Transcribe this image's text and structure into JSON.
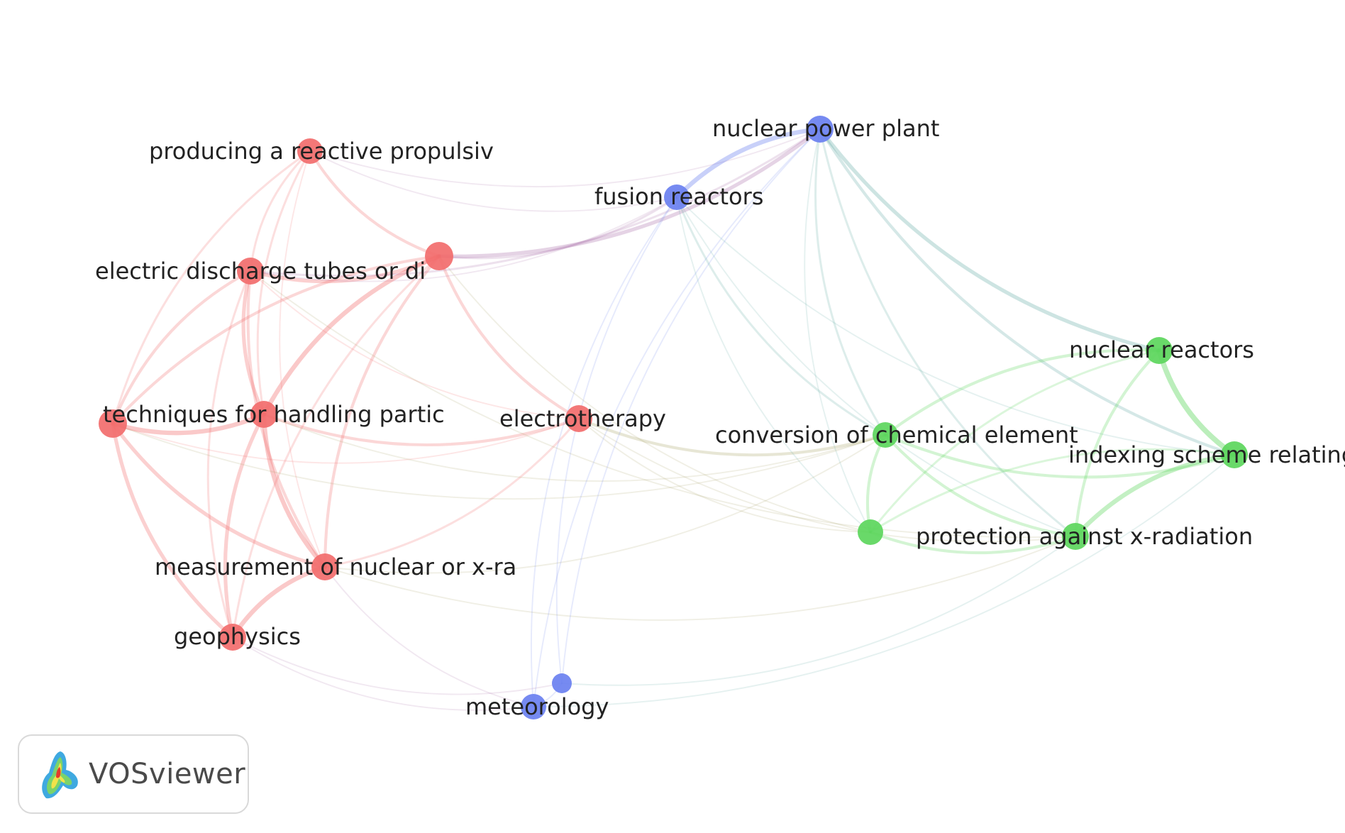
{
  "brand": {
    "name": "VOSviewer"
  },
  "network": {
    "cluster_colors": {
      "red": "#f26c6c",
      "green": "#5cd65c",
      "blue": "#6a80f0"
    },
    "nodes": [
      {
        "id": "n1",
        "label": "producing a reactive propulsiv",
        "cluster": "red"
      },
      {
        "id": "n2",
        "label": "electric discharge tubes or di",
        "cluster": "red"
      },
      {
        "id": "n3",
        "label": "",
        "cluster": "red"
      },
      {
        "id": "n4",
        "label": "techniques for handling partic",
        "cluster": "red"
      },
      {
        "id": "n5",
        "label": "",
        "cluster": "red"
      },
      {
        "id": "n6",
        "label": "electrotherapy",
        "cluster": "red"
      },
      {
        "id": "n7",
        "label": "measurement of nuclear or x-ra",
        "cluster": "red"
      },
      {
        "id": "n8",
        "label": "geophysics",
        "cluster": "red"
      },
      {
        "id": "n9",
        "label": "nuclear power plant",
        "cluster": "blue"
      },
      {
        "id": "n10",
        "label": "fusion reactors",
        "cluster": "blue"
      },
      {
        "id": "n11",
        "label": "meteorology",
        "cluster": "blue"
      },
      {
        "id": "n12",
        "label": "",
        "cluster": "blue"
      },
      {
        "id": "n13",
        "label": "nuclear reactors",
        "cluster": "green"
      },
      {
        "id": "n14",
        "label": "conversion of chemical element",
        "cluster": "green"
      },
      {
        "id": "n15",
        "label": "indexing scheme relating t",
        "cluster": "green"
      },
      {
        "id": "n16",
        "label": "",
        "cluster": "green"
      },
      {
        "id": "n17",
        "label": "protection against x-radiation",
        "cluster": "green"
      }
    ],
    "links": [
      [
        "n1",
        "n2",
        2
      ],
      [
        "n1",
        "n3",
        3
      ],
      [
        "n1",
        "n4",
        2
      ],
      [
        "n1",
        "n5",
        2
      ],
      [
        "n1",
        "n7",
        1
      ],
      [
        "n1",
        "n9",
        1
      ],
      [
        "n1",
        "n10",
        1
      ],
      [
        "n2",
        "n3",
        4
      ],
      [
        "n2",
        "n4",
        3
      ],
      [
        "n2",
        "n5",
        4
      ],
      [
        "n2",
        "n7",
        3
      ],
      [
        "n2",
        "n8",
        2
      ],
      [
        "n2",
        "n6",
        1
      ],
      [
        "n2",
        "n9",
        2
      ],
      [
        "n2",
        "n10",
        1
      ],
      [
        "n3",
        "n5",
        5
      ],
      [
        "n3",
        "n4",
        3
      ],
      [
        "n3",
        "n7",
        3
      ],
      [
        "n3",
        "n6",
        3
      ],
      [
        "n3",
        "n9",
        4
      ],
      [
        "n3",
        "n10",
        2
      ],
      [
        "n3",
        "n8",
        2
      ],
      [
        "n4",
        "n5",
        5
      ],
      [
        "n4",
        "n7",
        4
      ],
      [
        "n4",
        "n8",
        4
      ],
      [
        "n4",
        "n6",
        1
      ],
      [
        "n5",
        "n7",
        5
      ],
      [
        "n5",
        "n8",
        4
      ],
      [
        "n5",
        "n6",
        3
      ],
      [
        "n5",
        "n14",
        1
      ],
      [
        "n7",
        "n8",
        5
      ],
      [
        "n7",
        "n6",
        2
      ],
      [
        "n7",
        "n14",
        1
      ],
      [
        "n7",
        "n17",
        1
      ],
      [
        "n7",
        "n11",
        1
      ],
      [
        "n8",
        "n11",
        1
      ],
      [
        "n8",
        "n12",
        1
      ],
      [
        "n6",
        "n14",
        3
      ],
      [
        "n6",
        "n17",
        1
      ],
      [
        "n6",
        "n16",
        1
      ],
      [
        "n9",
        "n10",
        5
      ],
      [
        "n9",
        "n13",
        4
      ],
      [
        "n9",
        "n14",
        2
      ],
      [
        "n9",
        "n15",
        3
      ],
      [
        "n9",
        "n17",
        2
      ],
      [
        "n9",
        "n16",
        1
      ],
      [
        "n9",
        "n11",
        1
      ],
      [
        "n9",
        "n12",
        1
      ],
      [
        "n10",
        "n14",
        2
      ],
      [
        "n10",
        "n17",
        1
      ],
      [
        "n10",
        "n15",
        1
      ],
      [
        "n10",
        "n11",
        1
      ],
      [
        "n10",
        "n12",
        1
      ],
      [
        "n10",
        "n16",
        1
      ],
      [
        "n13",
        "n15",
        6
      ],
      [
        "n13",
        "n14",
        3
      ],
      [
        "n13",
        "n17",
        3
      ],
      [
        "n13",
        "n16",
        2
      ],
      [
        "n14",
        "n17",
        3
      ],
      [
        "n14",
        "n15",
        3
      ],
      [
        "n14",
        "n16",
        3
      ],
      [
        "n15",
        "n17",
        5
      ],
      [
        "n15",
        "n16",
        2
      ],
      [
        "n16",
        "n17",
        3
      ],
      [
        "n11",
        "n12",
        1
      ],
      [
        "n12",
        "n17",
        1
      ],
      [
        "n11",
        "n15",
        1
      ],
      [
        "n3",
        "n16",
        1
      ],
      [
        "n4",
        "n14",
        1
      ],
      [
        "n2",
        "n17",
        1
      ]
    ]
  }
}
